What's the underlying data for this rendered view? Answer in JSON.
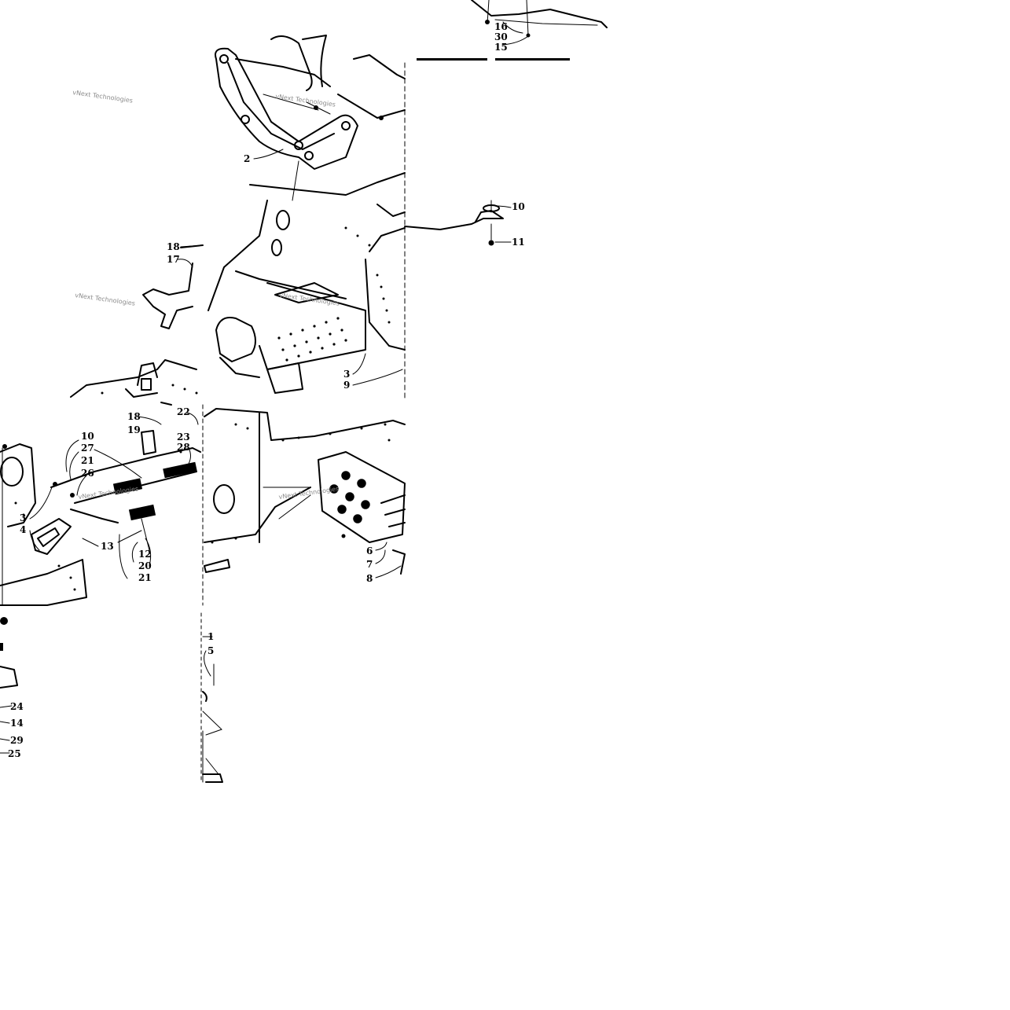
{
  "diagram": {
    "callouts": [
      "16",
      "30",
      "15",
      "2",
      "10",
      "11",
      "18",
      "17",
      "3",
      "9",
      "18",
      "19",
      "22",
      "10",
      "27",
      "23",
      "28",
      "21",
      "26",
      "3",
      "4",
      "13",
      "12",
      "20",
      "21",
      "6",
      "7",
      "8",
      "1",
      "5",
      "24",
      "14",
      "29",
      "25"
    ],
    "watermarks": [
      "vNext Technologies",
      "vNext Technologies",
      "vNext Technologies",
      "vNext Technologies",
      "vNext Technologies",
      "vNext Technologies"
    ],
    "colors": {
      "ink": "#000000",
      "paper": "#ffffff",
      "watermark": "#8c8c8c"
    }
  }
}
